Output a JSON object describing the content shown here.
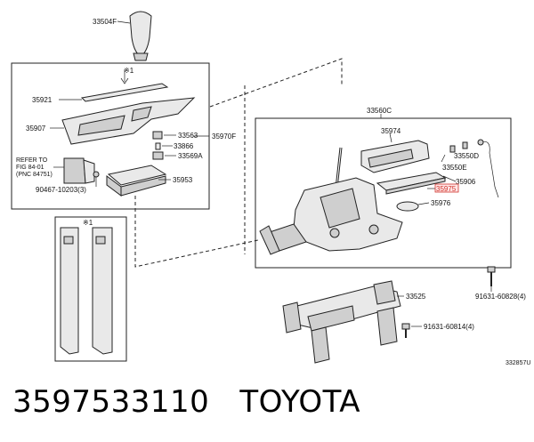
{
  "labels": {
    "p33504F": "33504F",
    "p35921": "35921",
    "p35907": "35907",
    "p35970F": "35970F",
    "p33563": "33563",
    "p33866": "33866",
    "p33569A": "33569A",
    "p35953": "35953",
    "p90467": "90467-10203(3)",
    "p33560C": "33560C",
    "p35974": "35974",
    "p33550D": "33550D",
    "p33550E": "33550E",
    "p35906": "35906",
    "p35975": "35975",
    "p35976": "35976",
    "p33525": "33525",
    "p91631a": "91631-60828(4)",
    "p91631b": "91631-60814(4)",
    "note1": "※1",
    "note2": "※1",
    "refer1": "REFER TO",
    "refer2": "FIG 84-01",
    "refer3": "(PNC 84751)",
    "code": "332857U"
  },
  "caption": {
    "part_number": "3597533110",
    "brand": "TOYOTA"
  },
  "colors": {
    "highlight": "#d0342c"
  }
}
